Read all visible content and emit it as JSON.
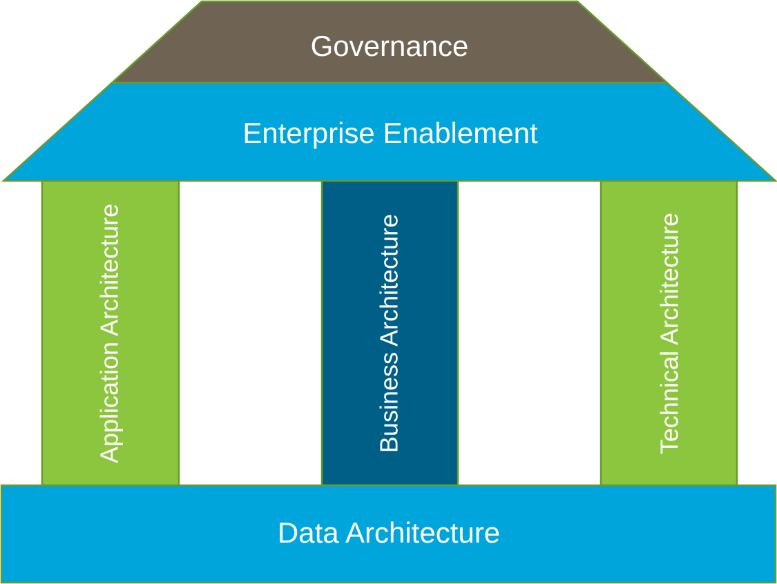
{
  "diagram": {
    "roof_top": {
      "label": "Governance"
    },
    "roof_band": {
      "label": "Enterprise Enablement"
    },
    "pillars": [
      {
        "label": "Application Architecture"
      },
      {
        "label": "Business Architecture"
      },
      {
        "label": "Technical Architecture"
      }
    ],
    "foundation": {
      "label": "Data Architecture"
    }
  },
  "colors": {
    "governance": "#6f6453",
    "enterprise_enablement": "#00a5dc",
    "application_architecture": "#8cc63e",
    "business_architecture": "#005f86",
    "technical_architecture": "#8cc63e",
    "data_architecture": "#00a5dc",
    "outline": "#6a9a2c",
    "text": "#ffffff"
  }
}
